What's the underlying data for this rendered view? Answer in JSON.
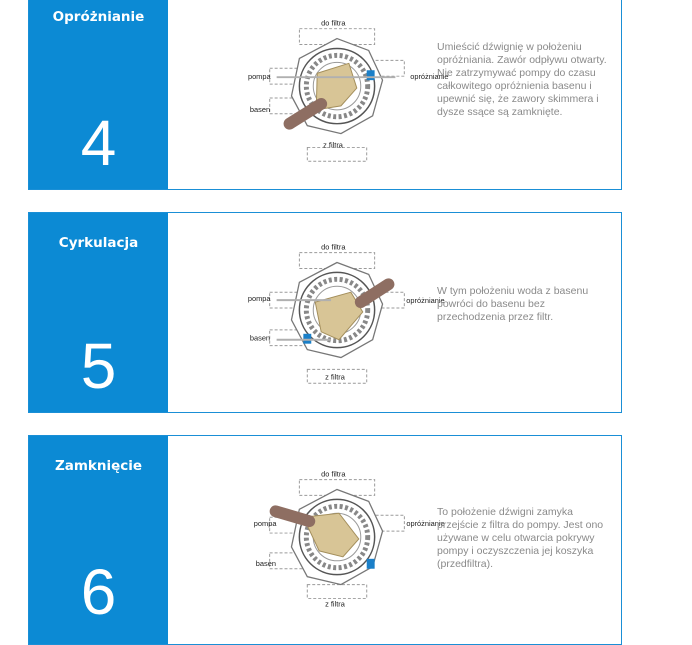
{
  "cards": [
    {
      "title": "Opróżnianie",
      "number": "4",
      "labels": {
        "top": "do filtra",
        "left_top": "pompa",
        "left_bottom": "basen",
        "right": "opróżnianie",
        "bottom": "z filtra"
      },
      "text": "Umieścić dźwignię w położeniu opróżniania. Zawór odpływu otwarty. Nie zatrzymywać pompy do czasu całkowitego opróżnienia basenu i upewnić się, że zawory skimmera i dysze ssące są zamknięte."
    },
    {
      "title": "Cyrkulacja",
      "number": "5",
      "labels": {
        "top": "do filtra",
        "left_top": "pompa",
        "left_bottom": "basen",
        "right": "opróżnianie",
        "bottom": "z filtra"
      },
      "text": "W tym położeniu woda z basenu powróci do basenu bez przechodzenia przez filtr."
    },
    {
      "title": "Zamknięcie",
      "number": "6",
      "labels": {
        "top": "do filtra",
        "left_top": "pompa",
        "left_bottom": "basen",
        "right": "opróżnianie",
        "bottom": "z filtra"
      },
      "text": "To położenie dźwigni zamyka przejście z filtra do pompy. Jest ono używane w celu otwarcia pokrywy pompy i oczyszczenia jej koszyka (przedfiltra)."
    }
  ],
  "colors": {
    "accent": "#0c8ad4",
    "handle": "#d8c596",
    "grip": "#8e6e62",
    "port": "#1a7fc8"
  }
}
